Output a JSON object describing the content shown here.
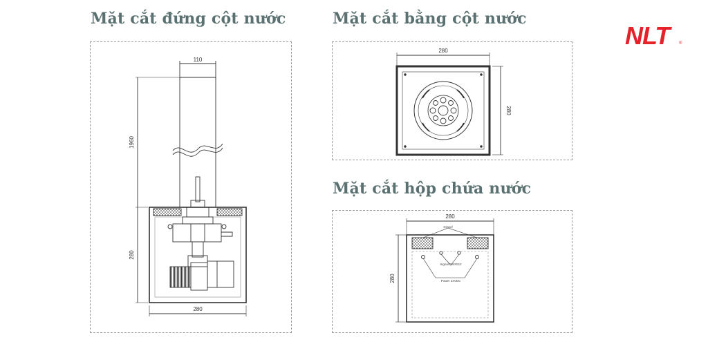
{
  "titles": {
    "vertical_section": "Mặt cắt đứng cột nước",
    "horizontal_section": "Mặt cắt bằng cột nước",
    "box_section": "Mặt cắt hộp chứa nước"
  },
  "dimensions": {
    "column_width": "110",
    "column_height": "1960",
    "box_height": "280",
    "box_width": "280",
    "plan_width": "280",
    "plan_height": "280",
    "basin_width": "280",
    "basin_height": "280"
  },
  "annotations": {
    "gravel": "Gravel",
    "signal": "Signal DMX512",
    "power": "Power 24VDC"
  },
  "brand": {
    "logo_text": "NLT",
    "registered": "®",
    "color": "#e3222a"
  },
  "colors": {
    "title": "#5b7070",
    "line": "#333333",
    "dash": "#9a9a9a"
  }
}
